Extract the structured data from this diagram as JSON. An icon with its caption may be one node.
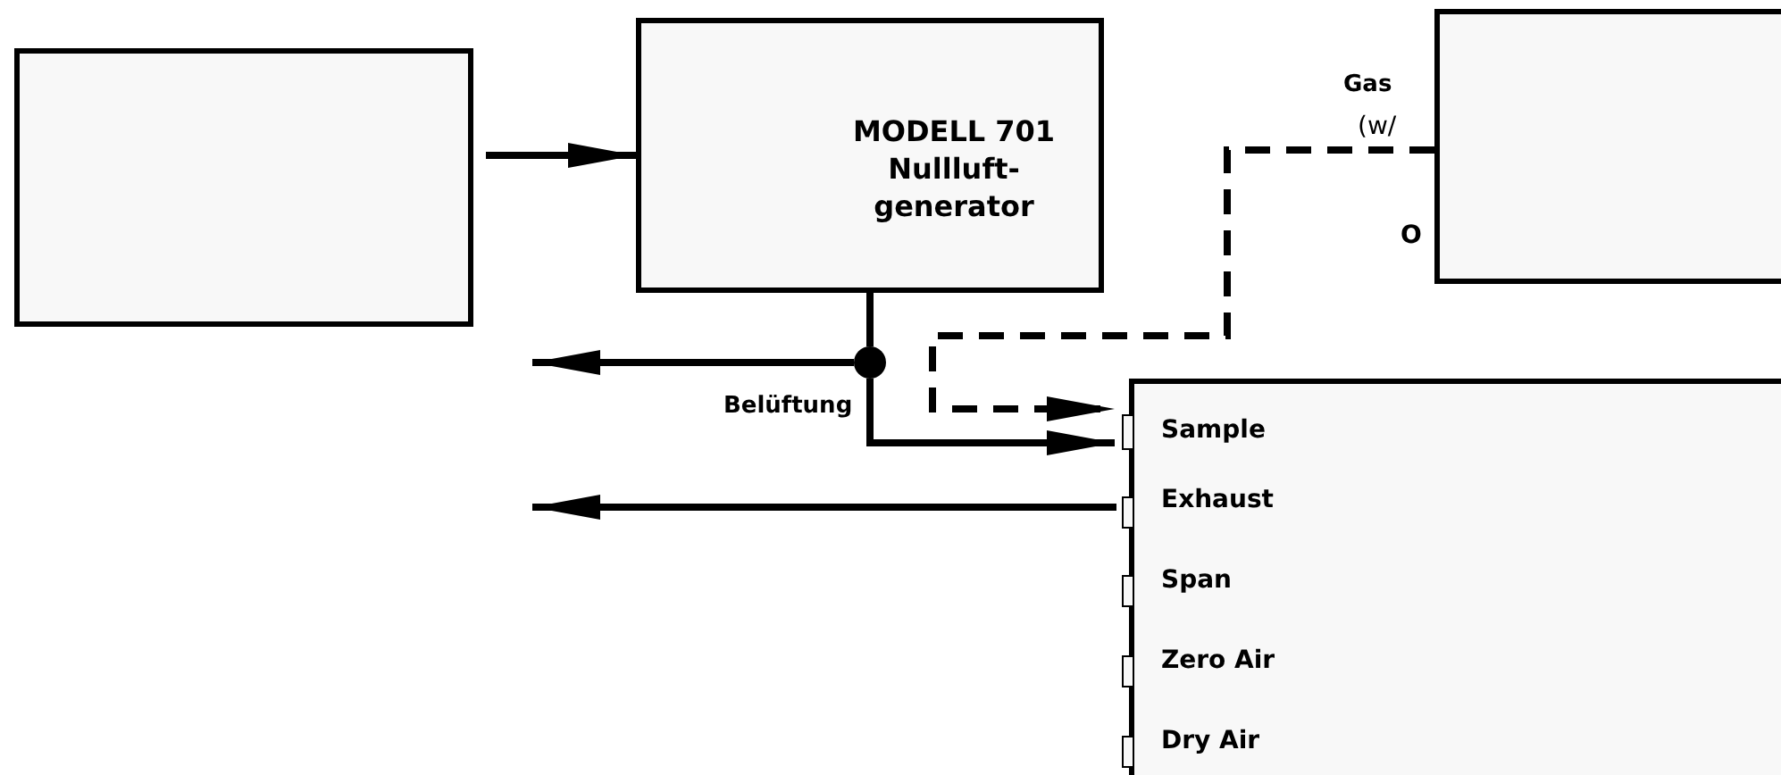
{
  "diagram": {
    "nodes": [
      {
        "text": [],
        "shape": "box"
      },
      {
        "text": [
          "MODELL 701 Nullluft-generator"
        ]
      },
      {
        "text": [],
        "shape": "box",
        "beside": [
          "Gas",
          "(w/",
          "O"
        ]
      },
      {
        "text": [],
        "shape": "circle"
      },
      {
        "text": [],
        "shape": "box"
      },
      {
        "text": [],
        "shape": "box",
        "in": 4
      },
      {
        "text": [],
        "shape": "box",
        "in": 4
      },
      {
        "text": [],
        "shape": "box",
        "in": 4
      },
      {
        "text": [],
        "shape": "box",
        "in": 4
      },
      {
        "text": [],
        "shape": "box",
        "in": 4
      }
    ],
    "edges": [
      {
        "from": 0,
        "to": 1,
        "arrow": "to"
      },
      {
        "from": 1,
        "to": 3,
        "arrow": "none"
      },
      {
        "from": 3,
        "to": null,
        "arrow": "to"
      },
      {
        "from": 3,
        "to": 5,
        "arrow": "to"
      },
      {
        "from": 2,
        "to": 5,
        "arrow": "to",
        "style": "dashed"
      },
      {
        "from": 6,
        "to": null,
        "arrow": "to"
      }
    ],
    "labels": [
      "Belüftung",
      "Sample",
      "Exhaust",
      "Span",
      "Zero Air",
      "Dry Air"
    ]
  }
}
